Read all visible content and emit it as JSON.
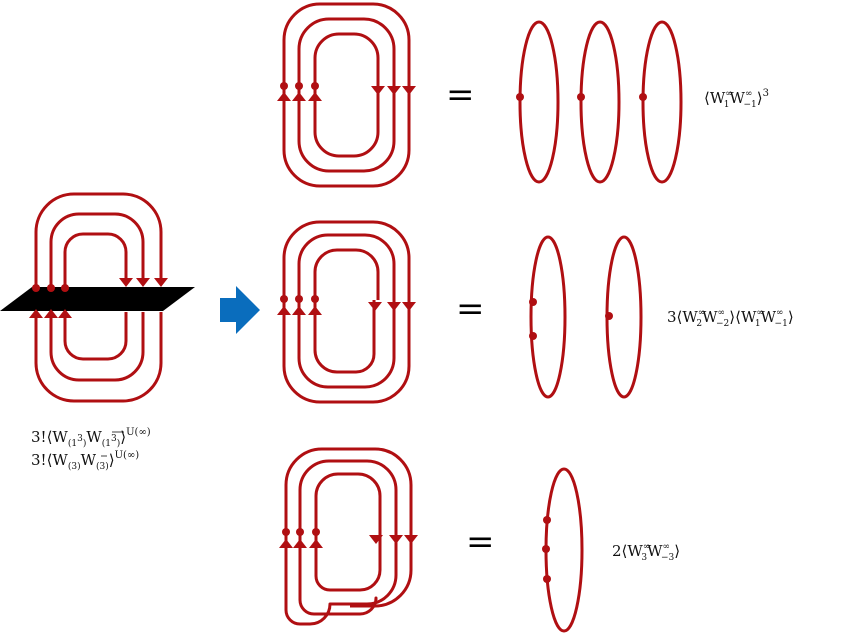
{
  "colors": {
    "wire": "#b00f12",
    "plane": "#000000",
    "arrow": "#0a6dbd",
    "text": "#111111"
  },
  "equals_sign": "=",
  "left_panel": {
    "label_line1": {
      "prefix": "3!⟨W",
      "sub1": "(1",
      "sup1": "3",
      "sub1b": ")",
      "mid": "W",
      "sub2": "(1",
      "sup2": "3",
      "sub2b": ")",
      "close": "⟩",
      "sup": "U(∞)"
    },
    "label_line2": {
      "prefix": "3!⟨W",
      "sub1": "(3)",
      "mid": "W",
      "sub2": "(3)",
      "close": "⟩",
      "sup": "U(∞)"
    }
  },
  "rows": [
    {
      "label": {
        "prefix": "⟨W",
        "sup1": "∞",
        "sub1": "1",
        "mid": "W",
        "sup2": "∞",
        "sub2": "−1",
        "close": "⟩",
        "power": "3"
      }
    },
    {
      "label": {
        "coef": "3⟨W",
        "sup1": "∞",
        "sub1": "2",
        "mid": "W",
        "sup2": "∞",
        "sub2": "−2",
        "mid2": "⟩⟨W",
        "sup3": "∞",
        "sub3": "1",
        "mid3": "W",
        "sup4": "∞",
        "sub4": "−1",
        "close": "⟩"
      }
    },
    {
      "label": {
        "coef": "2⟨W",
        "sup1": "∞",
        "sub1": "3",
        "mid": "W",
        "sup2": "∞",
        "sub2": "−3",
        "close": "⟩"
      }
    }
  ]
}
